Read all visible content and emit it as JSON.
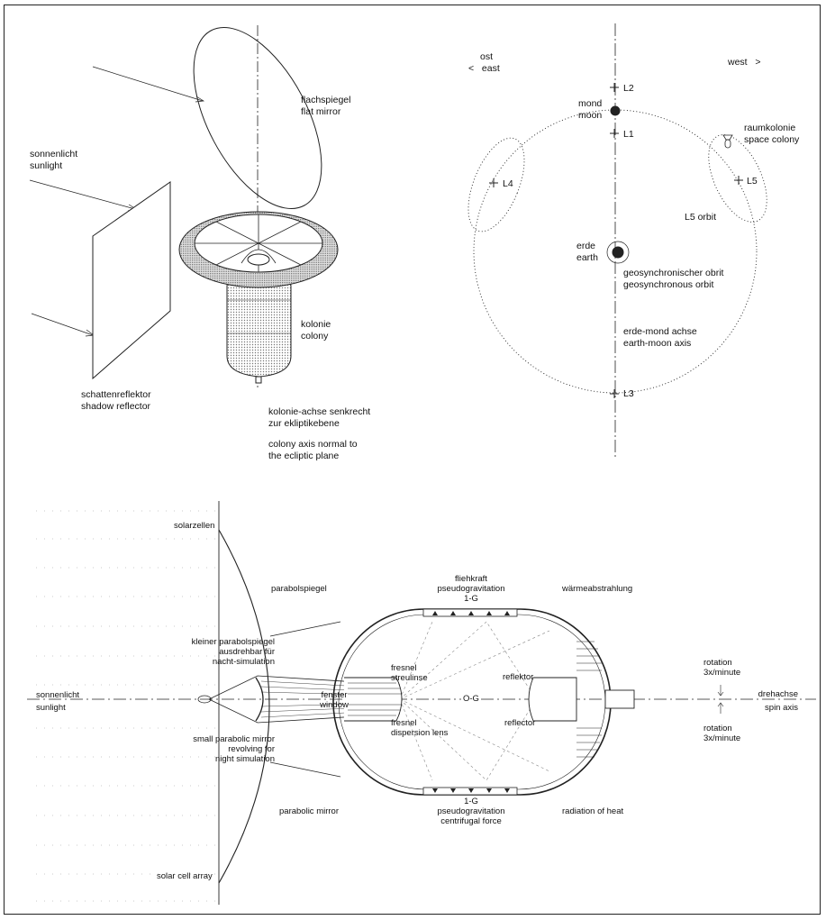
{
  "top_left": {
    "flat_mirror": [
      "flachspiegel",
      "flat mirror"
    ],
    "sunlight": [
      "sonnenlicht",
      "sunlight"
    ],
    "colony": [
      "kolonie",
      "colony"
    ],
    "shadow_reflector": [
      "schattenreflektor",
      "shadow reflector"
    ],
    "colony_axis_de": [
      "kolonie-achse senkrecht",
      "zur ekliptikebene"
    ],
    "colony_axis_en": [
      "colony axis normal to",
      "the ecliptic plane"
    ]
  },
  "top_right": {
    "east": [
      "ost",
      "east"
    ],
    "west": "west",
    "moon": [
      "mond",
      "moon"
    ],
    "space_colony": [
      "raumkolonie",
      "space colony"
    ],
    "l_points": {
      "l1": "L1",
      "l2": "L2",
      "l3": "L3",
      "l4": "L4",
      "l5": "L5"
    },
    "l5_orbit": "L5 orbit",
    "earth": [
      "erde",
      "earth"
    ],
    "geo_orbit": [
      "geosynchronischer obrit",
      "geosynchronous orbit"
    ],
    "earth_moon_axis": [
      "erde-mond achse",
      "earth-moon axis"
    ]
  },
  "bottom": {
    "solar_cells": "solarzellen",
    "solar_cell_array": "solar cell array",
    "parabolic_mirror_de": "parabolspiegel",
    "parabolic_mirror_en": "parabolic mirror",
    "small_mirror_de": [
      "kleiner parabolspiegel",
      "ausdrehbar für",
      "nacht-simulation"
    ],
    "small_mirror_en": [
      "small parabolic mirror",
      "revolving for",
      "night simulation"
    ],
    "sunlight": [
      "sonnenlicht",
      "sunlight"
    ],
    "window": [
      "fenster",
      "window"
    ],
    "fresnel_de": [
      "fresnel",
      "streulinse"
    ],
    "fresnel_en": [
      "fresnel",
      "dispersion lens"
    ],
    "og": "O-G",
    "reflector_de": "reflektor",
    "reflector_en": "reflector",
    "gravity_top": [
      "fliehkraft",
      "pseudogravitation",
      "1-G"
    ],
    "gravity_bottom": [
      "1-G",
      "pseudogravitation",
      "centrifugal force"
    ],
    "heat_de": "wärmeabstrahlung",
    "heat_en": "radiation of heat",
    "rotation_top": [
      "rotation",
      "3x/minute"
    ],
    "rotation_bottom": [
      "rotation",
      "3x/minute"
    ],
    "spin_axis": [
      "drehachse",
      "spin axis"
    ]
  }
}
